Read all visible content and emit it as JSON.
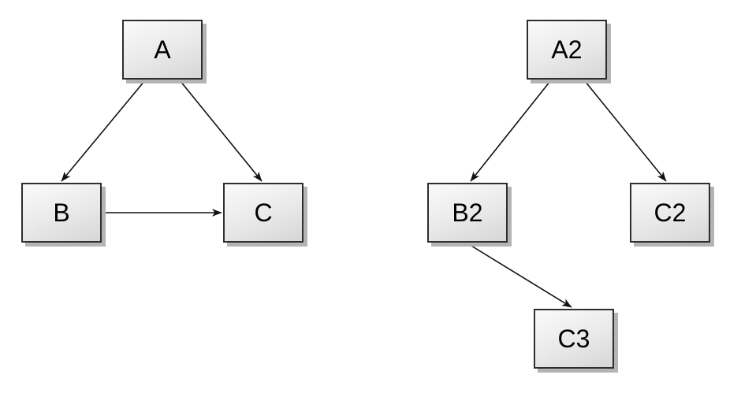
{
  "diagram": {
    "type": "directed-graph",
    "background_color": "#ffffff",
    "node_border_color": "#2e2e2e",
    "node_fill_gradient": [
      "#fafafa",
      "#d6d6d6"
    ],
    "node_shadow_color": "#b4b4b4",
    "edge_color": "#111111",
    "label_color": "#000000",
    "graphs": [
      {
        "name": "left-graph",
        "node_labels": [
          "A",
          "B",
          "C"
        ],
        "edges": [
          {
            "from": "A",
            "to": "B"
          },
          {
            "from": "A",
            "to": "C"
          },
          {
            "from": "B",
            "to": "C"
          }
        ]
      },
      {
        "name": "right-graph",
        "node_labels": [
          "A2",
          "B2",
          "C2",
          "C3"
        ],
        "edges": [
          {
            "from": "A2",
            "to": "B2"
          },
          {
            "from": "A2",
            "to": "C2"
          },
          {
            "from": "B2",
            "to": "C3"
          }
        ]
      }
    ]
  },
  "nodes": [
    {
      "label": "A"
    },
    {
      "label": "B"
    },
    {
      "label": "C"
    },
    {
      "label": "A2"
    },
    {
      "label": "B2"
    },
    {
      "label": "C2"
    },
    {
      "label": "C3"
    }
  ]
}
